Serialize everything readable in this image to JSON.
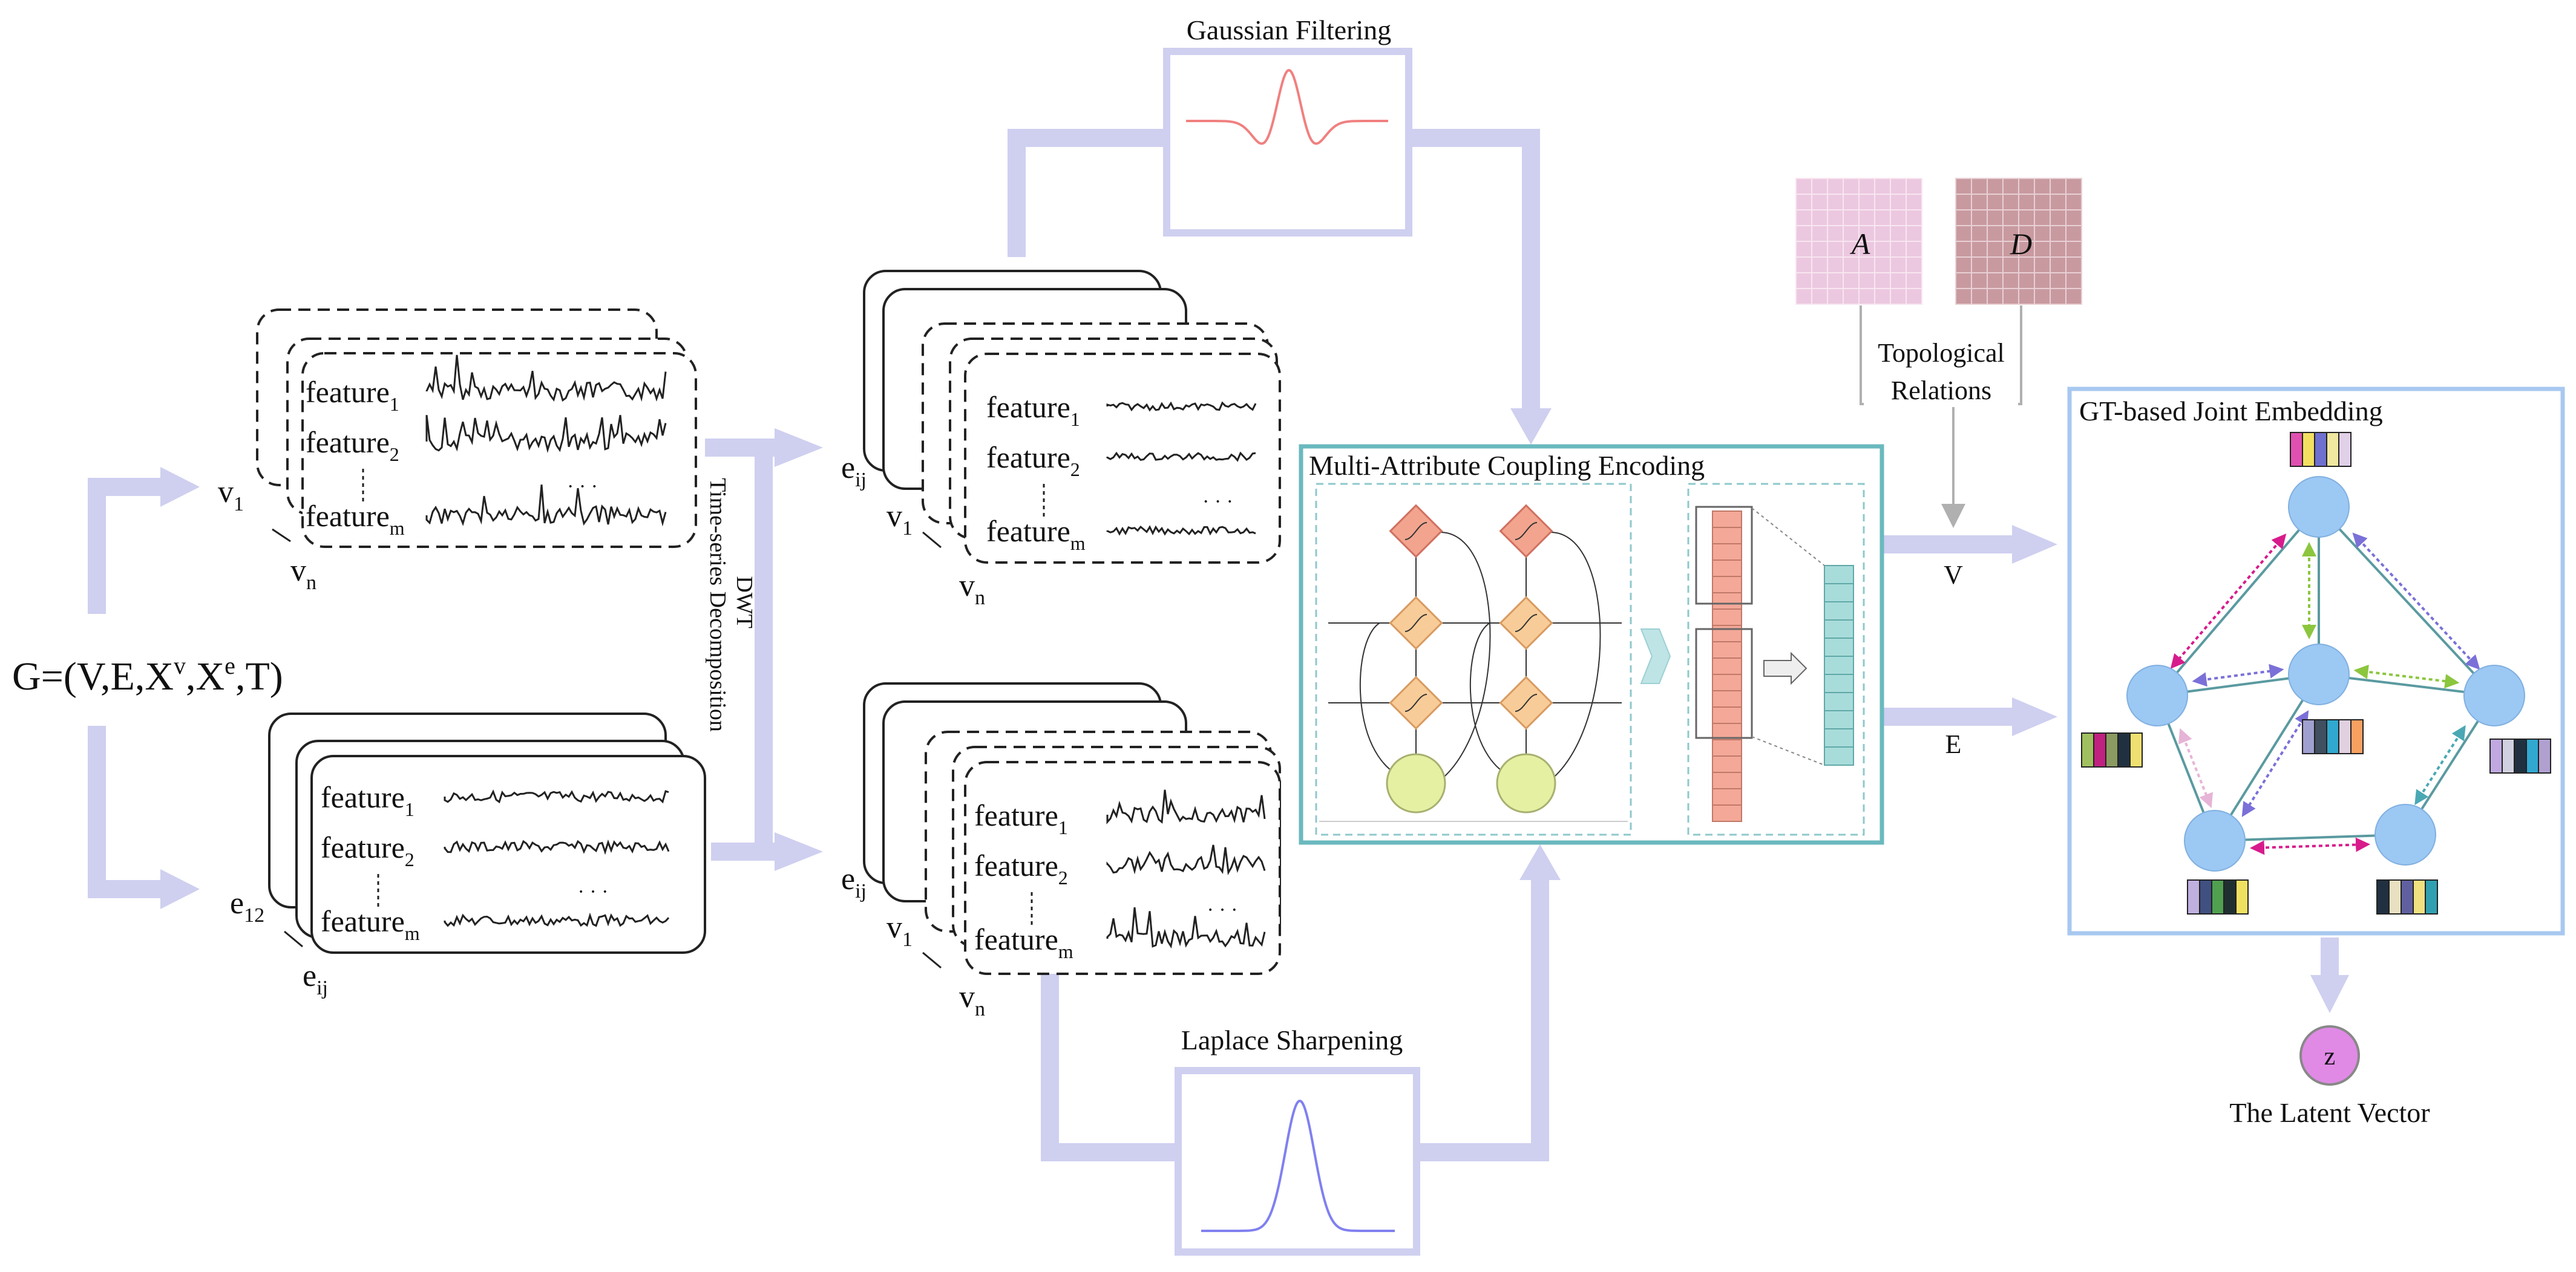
{
  "graph_expr": {
    "base": "G=(V,E,X",
    "sup_v": "v",
    "mid": ",X",
    "sup_e": "e",
    "end": ",T)"
  },
  "dwt": {
    "line1": "DWT",
    "line2": "Time-series Decomposition"
  },
  "feature": {
    "word": "feature",
    "sub1": "1",
    "sub2": "2",
    "subm": "m",
    "dots": "· · ·"
  },
  "labels": {
    "v": "v",
    "sub_1": "1",
    "sub_n": "n",
    "e": "e",
    "sub_12": "12",
    "sub_ij": "ij"
  },
  "gaussian": {
    "title": "Gaussian Filtering"
  },
  "laplace": {
    "title": "Laplace Sharpening"
  },
  "mace": {
    "title": "Multi-Attribute Coupling Encoding"
  },
  "matrices": {
    "a": "A",
    "d": "D",
    "topo1": "Topological",
    "topo2": "Relations"
  },
  "flows": {
    "v": "V",
    "e": "E"
  },
  "gt": {
    "title": "GT-based Joint Embedding"
  },
  "latent": {
    "z": "z",
    "label": "The Latent Vector"
  },
  "colors": {
    "arrow": "#cfcff0",
    "box_border": "#cfcff0",
    "gaussian_curve": "#f08080",
    "laplace_curve": "#8080f0",
    "mace_border": "#6ab9be",
    "gt_border": "#a8c8f0",
    "node": "#9cc8f4",
    "edge": "#5a9aa0",
    "sigmoid": "#f2a48e",
    "lstm": "#f8cc98",
    "input_node": "#e6f0a2",
    "salmon_vec": "#f4a898",
    "teal_vec": "#a8dcda",
    "matrix_a": "#ecc8e0",
    "matrix_d": "#c89aa0",
    "latent": "#e08ae6"
  }
}
